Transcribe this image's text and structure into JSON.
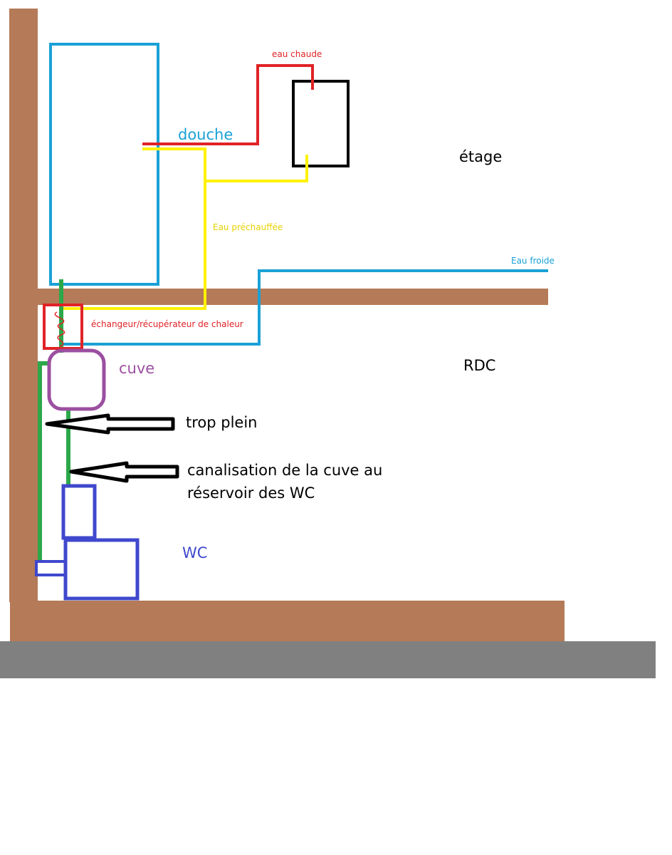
{
  "labels": {
    "douche": "douche",
    "eau_chaude": "eau chaude",
    "etage": "étage",
    "eau_prechauffee": "Eau préchauffée",
    "eau_froide": "Eau froide",
    "echangeur": "échangeur/récupérateur de chaleur",
    "cuve": "cuve",
    "rdc": "RDC",
    "trop_plein": "trop plein",
    "canalisation_line1": "canalisation de la cuve au",
    "canalisation_line2": "réservoir des WC",
    "wc": "WC"
  },
  "colors": {
    "wall": "#b57a57",
    "ground": "#808080",
    "hot_water": "#e02327",
    "preheated_water": "#fff200",
    "cold_water": "#1aa1d6",
    "grey_water": "#2ca84a",
    "tank": "#9b4fa0",
    "wc": "#3f48cc",
    "text": "#000000"
  }
}
